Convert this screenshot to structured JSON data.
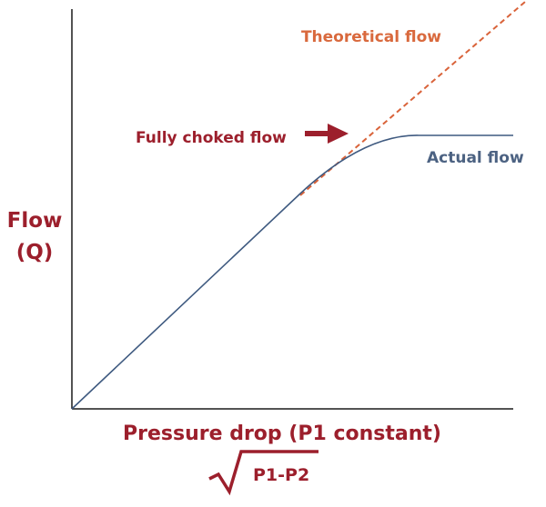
{
  "labels": {
    "theoretical": "Theoretical flow",
    "fully_choked": "Fully choked flow",
    "actual": "Actual flow",
    "y_axis_line1": "Flow",
    "y_axis_line2": "(Q)",
    "x_axis": "Pressure drop (P1 constant)",
    "sqrt_expr": "P1-P2"
  },
  "colors": {
    "axis": "#1a1a1a",
    "actual": "#3f5a80",
    "theoretical": "#d9633a",
    "maroon": "#9c1f2c",
    "actual_label": "#4c6282",
    "theoretical_label": "#d9693d"
  },
  "icons": {
    "arrow": "right-arrow-icon",
    "radical": "square-root-icon"
  }
}
